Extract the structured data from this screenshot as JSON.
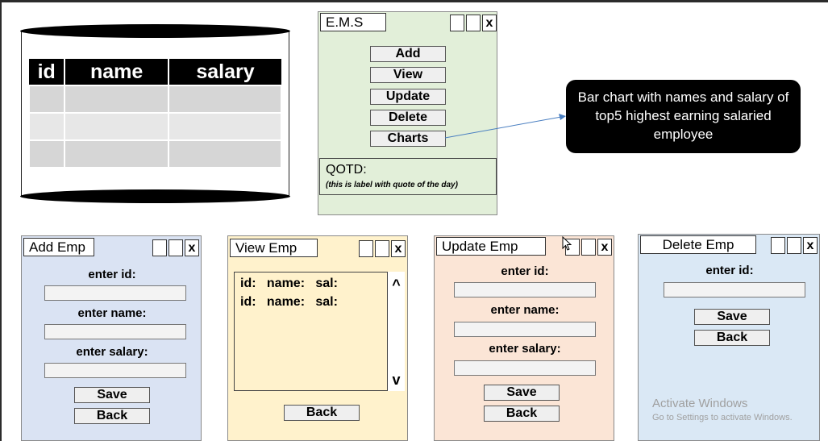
{
  "database": {
    "columns": [
      "id",
      "name",
      "salary"
    ],
    "rows": 3
  },
  "main_window": {
    "title": "E.M.S",
    "close_label": "x",
    "buttons": [
      "Add",
      "View",
      "Update",
      "Delete",
      "Charts"
    ],
    "qotd_label": "QOTD:",
    "qotd_note": "(this is label with quote of the day)",
    "bg_color": "#e2efd9"
  },
  "callout": {
    "text": "Bar chart with names and salary of top5 highest earning salaried employee"
  },
  "add_window": {
    "title": "Add Emp",
    "close_label": "x",
    "labels": [
      "enter id:",
      "enter name:",
      "enter salary:"
    ],
    "save_label": "Save",
    "back_label": "Back",
    "bg_color": "#dae3f3"
  },
  "view_window": {
    "title": "View Emp",
    "close_label": "x",
    "lines": [
      {
        "id": "id:",
        "name": "name:",
        "sal": "sal:"
      },
      {
        "id": "id:",
        "name": "name:",
        "sal": "sal:"
      }
    ],
    "scroll_up": "^",
    "scroll_down": "v",
    "back_label": "Back",
    "bg_color": "#fff2cc"
  },
  "update_window": {
    "title": "Update Emp",
    "close_label": "x",
    "labels": [
      "enter id:",
      "enter name:",
      "enter salary:"
    ],
    "save_label": "Save",
    "back_label": "Back",
    "bg_color": "#fbe5d6"
  },
  "delete_window": {
    "title": "Delete Emp",
    "close_label": "x",
    "labels": [
      "enter id:"
    ],
    "save_label": "Save",
    "back_label": "Back",
    "bg_color": "#dae8f5"
  },
  "watermark": {
    "line1": "Activate Windows",
    "line2": "Go to Settings to activate Windows."
  }
}
